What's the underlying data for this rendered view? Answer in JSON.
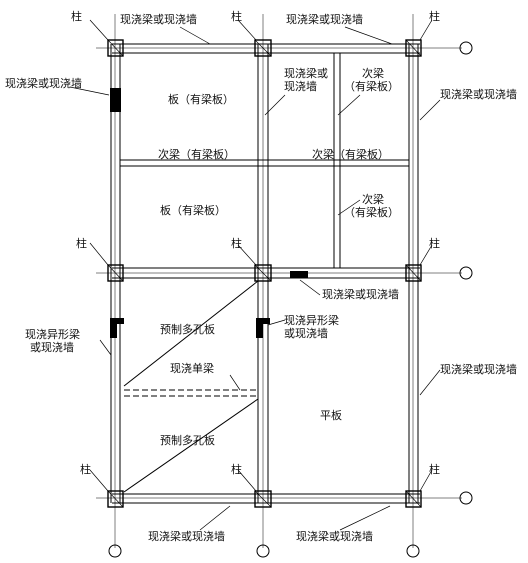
{
  "labels": {
    "col_tl": "柱",
    "col_tm": "柱",
    "col_tr": "柱",
    "col_ml": "柱",
    "col_mm": "柱",
    "col_mr": "柱",
    "col_bl": "柱",
    "col_bm": "柱",
    "col_br": "柱",
    "top_beam_left": "现浇梁或现浇墙",
    "top_beam_right": "现浇梁或现浇墙",
    "left_beam_top": "现浇梁或现浇墙",
    "mid_beam_upper_a": "现浇梁或",
    "mid_beam_upper_b": "现浇墙",
    "secbeam_top_right_a": "次梁",
    "secbeam_top_right_b": "（有梁板）",
    "right_beam_top": "现浇梁或现浇墙",
    "slab_top_left": "板（有梁板）",
    "secbeam_mid_left": "次梁（有梁板）",
    "secbeam_mid_right": "次梁（有梁板）",
    "slab_mid_left": "板（有梁板）",
    "secbeam_lower_right_a": "次梁",
    "secbeam_lower_right_b": "（有梁板）",
    "mid_beam_right": "现浇梁或现浇墙",
    "left_special_a": "现浇异形梁",
    "left_special_b": "或现浇墙",
    "precast_top": "预制多孔板",
    "mid_special_a": "现浇异形梁",
    "mid_special_b": "或现浇墙",
    "single_beam": "现浇单梁",
    "precast_bottom": "预制多孔板",
    "flat_slab": "平板",
    "right_beam_bottom": "现浇梁或现浇墙",
    "bottom_beam_left": "现浇梁或现浇墙",
    "bottom_beam_right": "现浇梁或现浇墙"
  }
}
